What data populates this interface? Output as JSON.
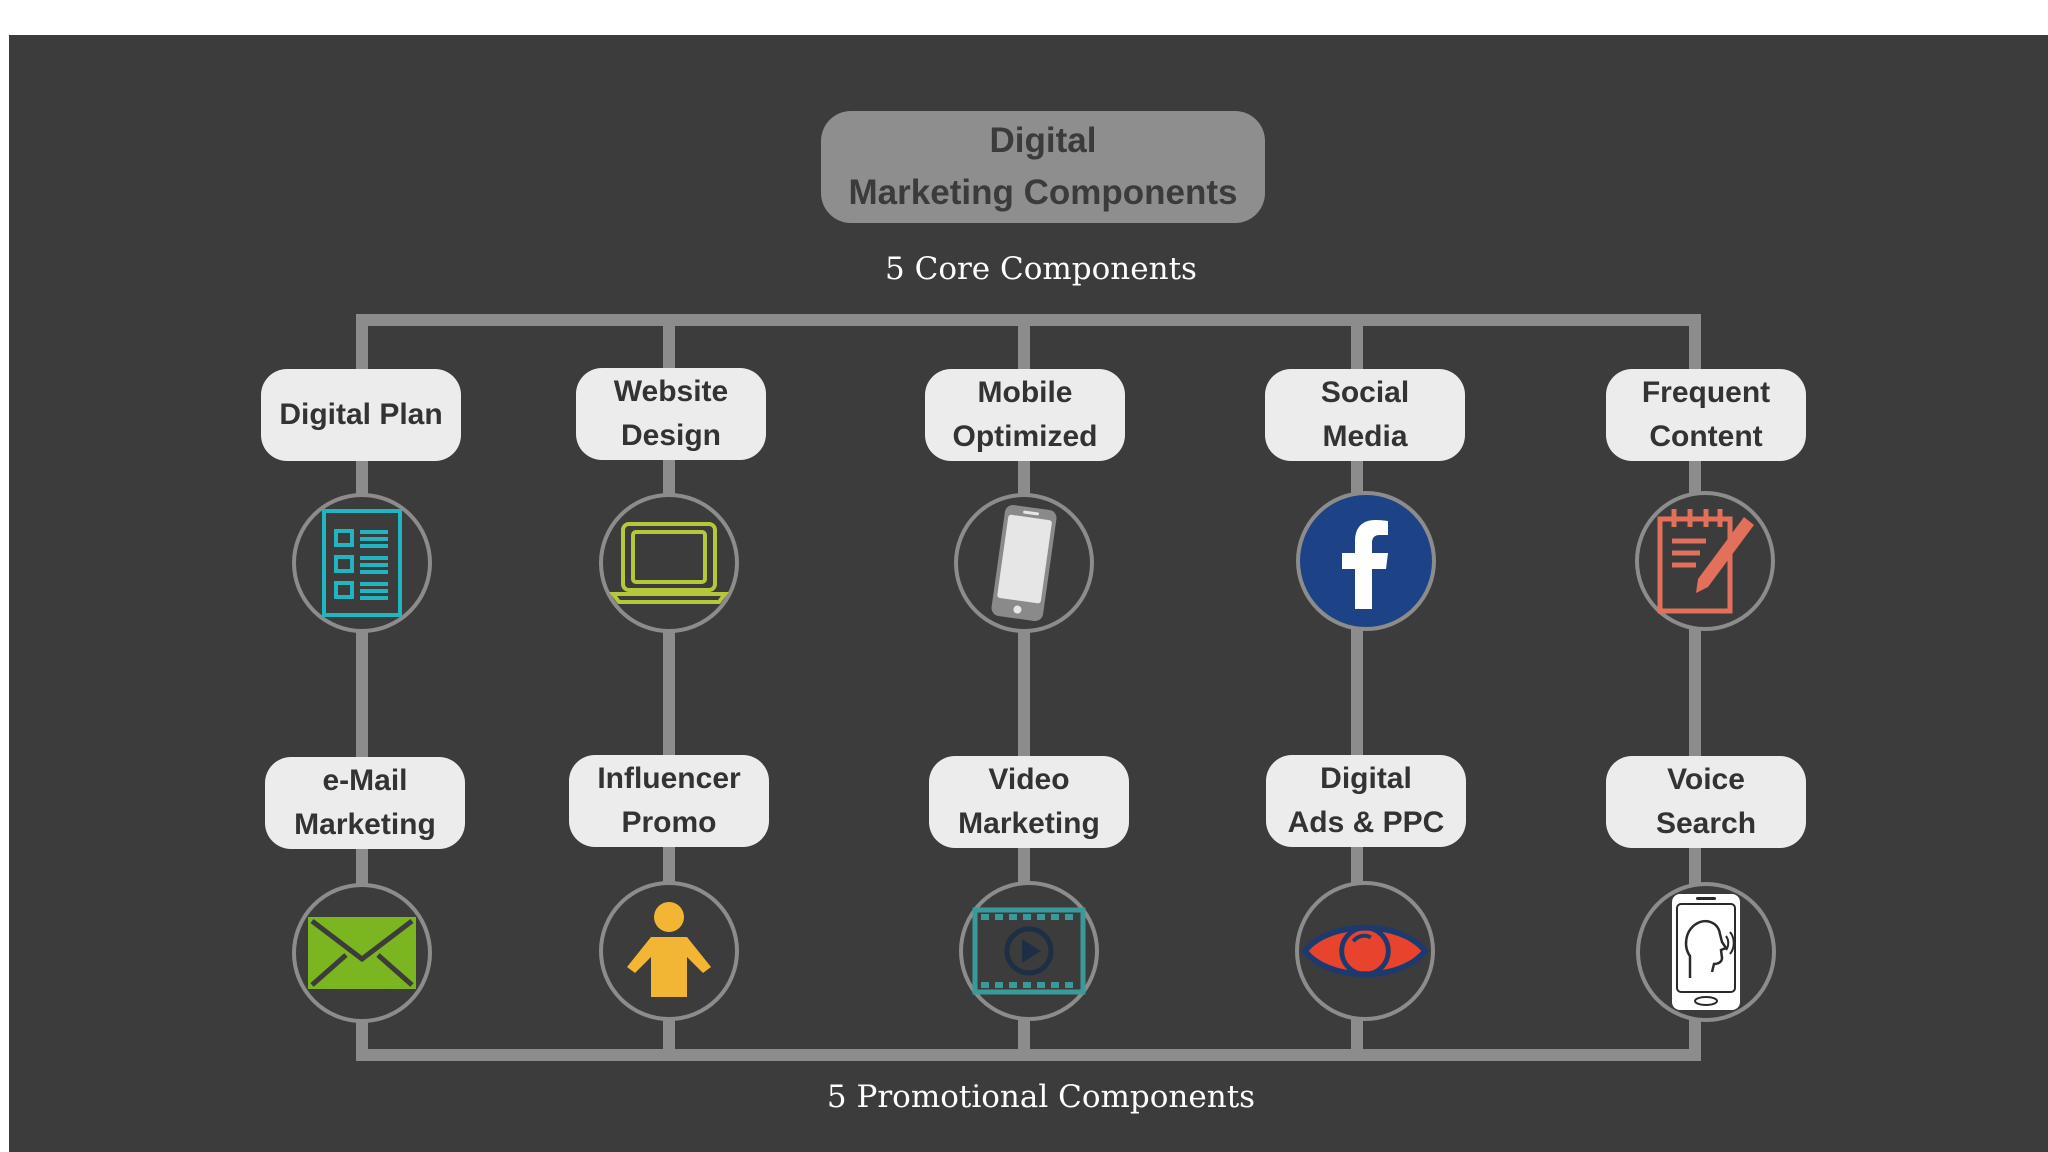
{
  "title": {
    "line1": "Digital",
    "line2": "Marketing Components"
  },
  "top_label": "5 Core Components",
  "bottom_label": "5 Promotional Components",
  "colors": {
    "background": "#3c3c3c",
    "connector": "#8c8c8c",
    "title_box": "#8e8e8e",
    "pill": "#ececec"
  },
  "core_components": [
    {
      "line1": "Digital Plan",
      "line2": "",
      "icon": "document-list-icon",
      "icon_color": "#1fb6c1"
    },
    {
      "line1": "Website",
      "line2": "Design",
      "icon": "laptop-icon",
      "icon_color": "#b6c83a"
    },
    {
      "line1": "Mobile",
      "line2": "Optimized",
      "icon": "smartphone-icon",
      "icon_color": "#e6e6e6"
    },
    {
      "line1": "Social",
      "line2": "Media",
      "icon": "facebook-icon",
      "icon_color": "#1d4386"
    },
    {
      "line1": "Frequent",
      "line2": "Content",
      "icon": "notepad-pencil-icon",
      "icon_color": "#e2705a"
    }
  ],
  "promotional_components": [
    {
      "line1": "e-Mail",
      "line2": "Marketing",
      "icon": "envelope-icon",
      "icon_color": "#7bb51f"
    },
    {
      "line1": "Influencer",
      "line2": "Promo",
      "icon": "person-icon",
      "icon_color": "#f2b534"
    },
    {
      "line1": "Video",
      "line2": "Marketing",
      "icon": "film-play-icon",
      "icon_color": "#3a9a9a"
    },
    {
      "line1": "Digital",
      "line2": "Ads & PPC",
      "icon": "eye-icon",
      "icon_color": "#e8432c"
    },
    {
      "line1": "Voice",
      "line2": "Search",
      "icon": "voice-search-phone-icon",
      "icon_color": "#ffffff"
    }
  ]
}
